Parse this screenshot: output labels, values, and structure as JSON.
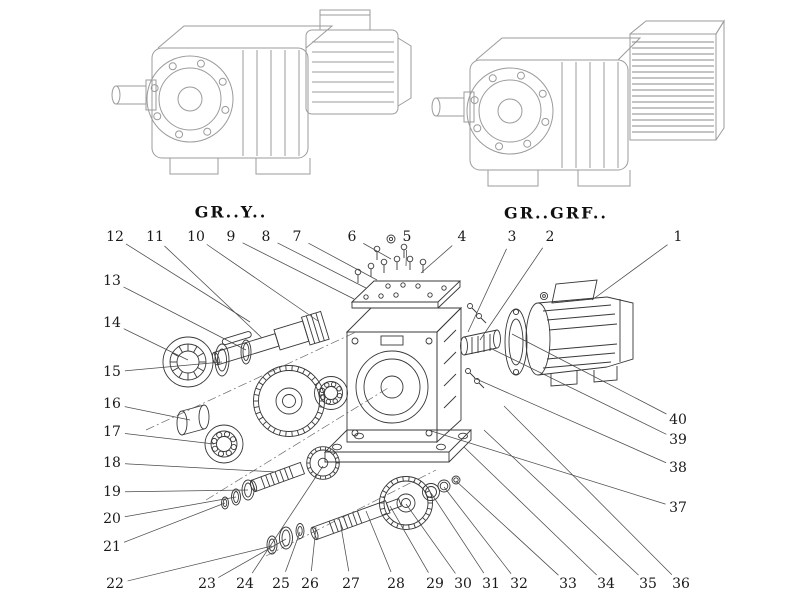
{
  "figure": {
    "type": "exploded-parts-diagram",
    "variant_labels": {
      "left": "GR..Y..",
      "right": "GR..GRF.."
    },
    "callouts": {
      "top": [
        "12",
        "11",
        "10",
        "9",
        "8",
        "7",
        "6",
        "5",
        "4",
        "3",
        "2",
        "1"
      ],
      "left": [
        "13",
        "14",
        "15",
        "16",
        "17",
        "18",
        "19",
        "20",
        "21"
      ],
      "bottom": [
        "22",
        "23",
        "24",
        "25",
        "26",
        "27",
        "28",
        "29",
        "30",
        "31",
        "32",
        "33",
        "34",
        "35",
        "36"
      ],
      "right": [
        "40",
        "39",
        "38",
        "37"
      ]
    },
    "colors": {
      "ink": "#383838",
      "leader": "#4a4a4a",
      "faint": "#9b9b9b",
      "background": "#ffffff"
    }
  }
}
